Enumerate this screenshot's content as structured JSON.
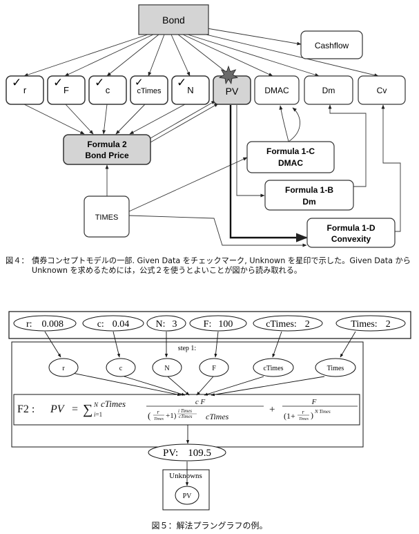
{
  "figure4": {
    "nodes": {
      "bond": "Bond",
      "cashflow": "Cashflow",
      "r": "r",
      "f": "F",
      "c": "c",
      "ctimes": "cTimes",
      "n": "N",
      "pv": "PV",
      "dmac": "DMAC",
      "dm": "Dm",
      "cv": "Cv",
      "formula2_line1": "Formula 2",
      "formula2_line2": "Bond Price",
      "formula1c_line1": "Formula 1-C",
      "formula1c_line2": "DMAC",
      "formula1b_line1": "Formula 1-B",
      "formula1b_line2": "Dm",
      "formula1d_line1": "Formula  1-D",
      "formula1d_line2": "Convexity",
      "times": "TIMES"
    },
    "check_mark": "✓",
    "colors": {
      "given_fill": "#d4d4d4",
      "unknown_star": "#6a6a6a"
    },
    "caption": {
      "label": "図４：",
      "text": "債券コンセプトモデルの一部. Given Data をチェックマーク, Unknown を星印で示した。Given Data から Unknown を求めるためには，公式２を使うとよいことが図から読み取れる。"
    }
  },
  "figure5": {
    "givens": [
      {
        "name": "r:",
        "value": "0.008"
      },
      {
        "name": "c:",
        "value": "0.04"
      },
      {
        "name": "N:",
        "value": "3"
      },
      {
        "name": "F:",
        "value": "100"
      },
      {
        "name": "cTimes:",
        "value": "2"
      },
      {
        "name": "Times:",
        "value": "2"
      }
    ],
    "step_label": "step 1:",
    "vars": [
      "r",
      "c",
      "N",
      "F",
      "cTimes",
      "Times"
    ],
    "formula_label": "F2 :",
    "result": {
      "name": "PV:",
      "value": "109.5"
    },
    "unknowns_title": "Unknowns",
    "unknown_node": "PV",
    "caption": "図５：解法プラングラフの例。"
  }
}
